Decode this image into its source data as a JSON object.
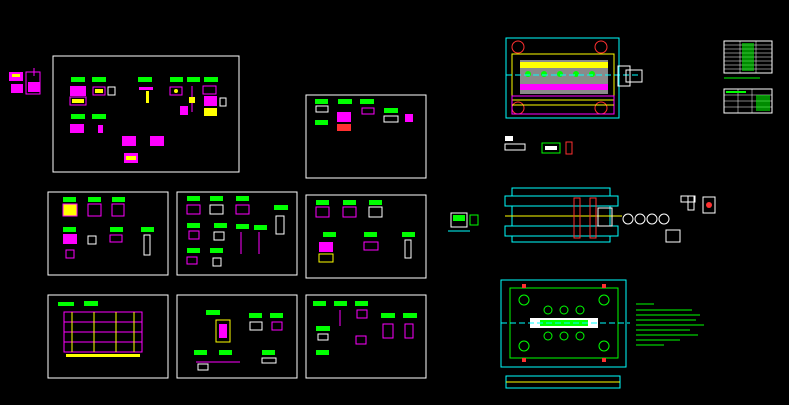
{
  "canvas": {
    "background": "#000000",
    "frame_color": "#ffffff"
  },
  "palette": {
    "magenta": "#ff00ff",
    "green": "#00ff00",
    "cyan": "#00ffff",
    "yellow": "#ffff00",
    "red": "#ff3030",
    "white": "#ffffff",
    "gray": "#8a8a8a",
    "blue": "#3060ff"
  },
  "sheets": [
    {
      "id": "sheet-detail-parts-top"
    },
    {
      "id": "sheet-parts-top-right"
    },
    {
      "id": "sheet-parts-row2-left"
    },
    {
      "id": "sheet-parts-row2-mid"
    },
    {
      "id": "sheet-parts-row2-right"
    },
    {
      "id": "sheet-parts-row3-left"
    },
    {
      "id": "sheet-parts-row3-mid"
    },
    {
      "id": "sheet-parts-row3-right"
    }
  ],
  "assemblies": [
    {
      "id": "die-plan-view-top"
    },
    {
      "id": "die-front-section"
    },
    {
      "id": "die-plan-view-bottom"
    }
  ],
  "tables": [
    {
      "id": "parts-list-table"
    },
    {
      "id": "title-block-table"
    }
  ]
}
